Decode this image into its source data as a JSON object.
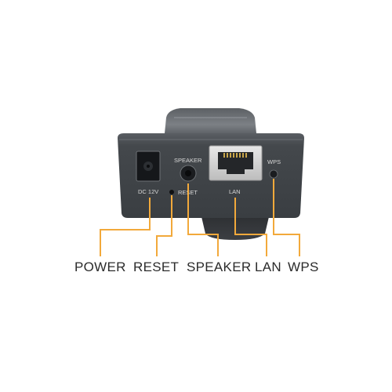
{
  "panel_labels": {
    "dc": "DC 12V",
    "speaker": "SPEAKER",
    "reset": "RESET",
    "lan": "LAN",
    "wps": "WPS"
  },
  "callouts": [
    {
      "key": "power",
      "text": "POWER"
    },
    {
      "key": "reset",
      "text": "RESET"
    },
    {
      "key": "speaker",
      "text": "SPEAKER"
    },
    {
      "key": "lan",
      "text": "LAN"
    },
    {
      "key": "wps",
      "text": "WPS"
    }
  ],
  "colors": {
    "leader_line": "#f2a93b",
    "body_dark": "#3e4246",
    "body_light": "#5a5e63",
    "label_text": "#2b2b2b"
  }
}
